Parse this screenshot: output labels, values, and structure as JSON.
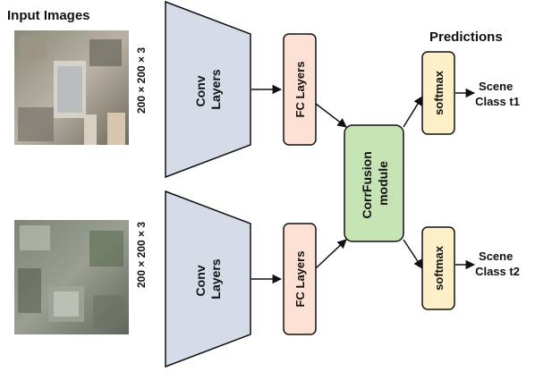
{
  "headings": {
    "input_images": "Input Images",
    "predictions": "Predictions"
  },
  "inputs": [
    {
      "size_label": "200 × 200 × 3"
    },
    {
      "size_label": "200 × 200 × 3"
    }
  ],
  "conv_layers": [
    "Conv",
    "Layers"
  ],
  "fc_layers": "FC Layers",
  "corrfusion": [
    "CorrFusion",
    "module"
  ],
  "softmax": "softmax",
  "outputs": [
    {
      "line1": "Scene",
      "line2": "Class t1"
    },
    {
      "line1": "Scene",
      "line2": "Class t2"
    }
  ],
  "colors": {
    "conv_fill": "#d5dce8",
    "fc_fill": "#fbe0d3",
    "corrfusion_fill": "#c6e3b4",
    "softmax_fill": "#fdf0c8",
    "stroke": "#111111"
  }
}
